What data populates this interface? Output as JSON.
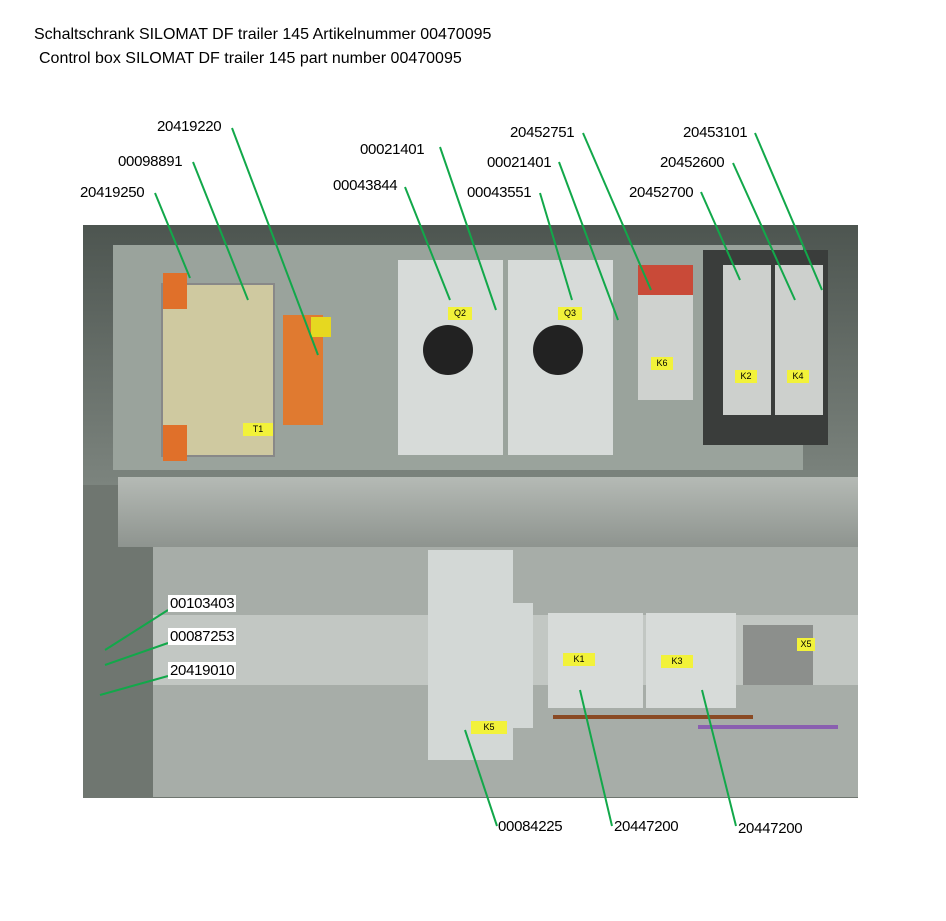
{
  "title": {
    "line1": "Schaltschrank SILOMAT DF trailer 145 Artikelnummer 00470095",
    "line2": "Control box SILOMAT DF trailer 145 part number 00470095"
  },
  "callouts": [
    {
      "id": "c1",
      "text": "20419220"
    },
    {
      "id": "c2",
      "text": "00098891"
    },
    {
      "id": "c3",
      "text": "20419250"
    },
    {
      "id": "c4",
      "text": "00021401"
    },
    {
      "id": "c5",
      "text": "00043844"
    },
    {
      "id": "c6",
      "text": "20452751"
    },
    {
      "id": "c7",
      "text": "00021401"
    },
    {
      "id": "c8",
      "text": "00043551"
    },
    {
      "id": "c9",
      "text": "20453101"
    },
    {
      "id": "c10",
      "text": "20452600"
    },
    {
      "id": "c11",
      "text": "20452700"
    },
    {
      "id": "c12",
      "text": "00103403"
    },
    {
      "id": "c13",
      "text": "00087253"
    },
    {
      "id": "c14",
      "text": "20419010"
    },
    {
      "id": "c15",
      "text": "00084225"
    },
    {
      "id": "c16",
      "text": "20447200"
    },
    {
      "id": "c17",
      "text": "20447200"
    }
  ],
  "photo_tags": {
    "t1": "T1",
    "q2": "Q2",
    "q3": "Q3",
    "k6": "K6",
    "k2": "K2",
    "k4": "K4",
    "k5": "K5",
    "k1": "K1",
    "k3": "K3",
    "x5": "X5"
  },
  "leader_color": "#12a84a"
}
